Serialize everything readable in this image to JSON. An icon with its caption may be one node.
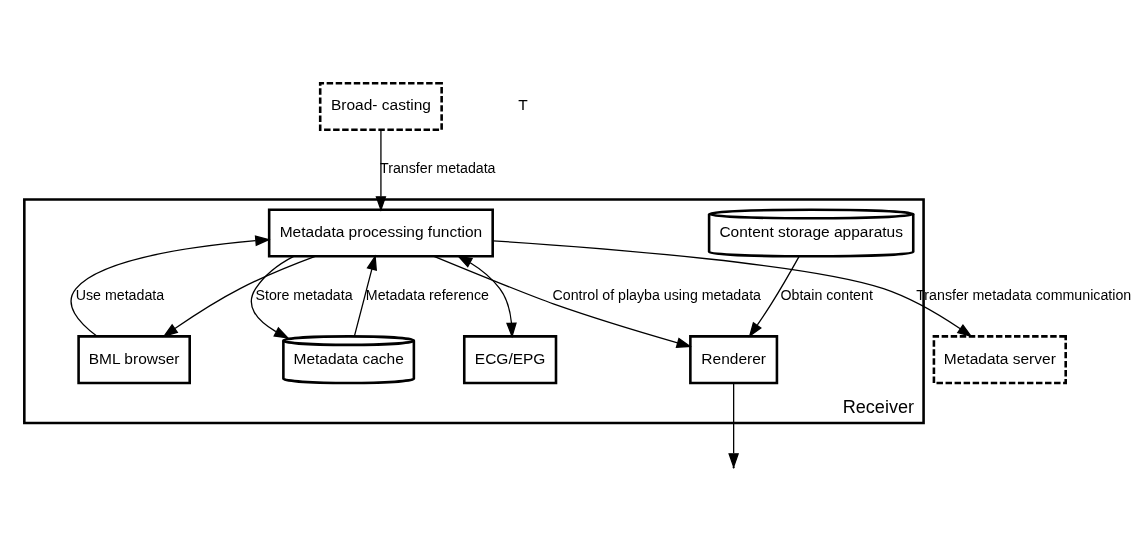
{
  "diagram": {
    "nodes": [
      {
        "text": [
          "Broad- casting"
        ]
      },
      {
        "text": [
          "Metadata server"
        ]
      },
      {
        "text": [
          "Receiver"
        ]
      },
      {
        "text": [
          "Metadata processing function"
        ],
        "in": 2
      },
      {
        "text": [
          "Renderer"
        ],
        "in": 2
      },
      {
        "text": [
          "Metadata cache"
        ],
        "in": 2
      },
      {
        "text": [
          "BML browser"
        ],
        "in": 2
      },
      {
        "text": [
          "ECG/EPG"
        ],
        "in": 2
      },
      {
        "text": [
          "Content storage apparatus"
        ],
        "in": 2
      }
    ],
    "edges": [
      {
        "from": 0,
        "to": 3,
        "arrow": "to",
        "label": "Transfer metadata"
      },
      {
        "from": 3,
        "to": 1,
        "arrow": "to",
        "label": "Transfer metadata communication"
      },
      {
        "from": 5,
        "to": 3,
        "arrow": "to",
        "label": "Metadata reference"
      },
      {
        "from": 3,
        "to": 5,
        "arrow": "to",
        "label": "Store metadata"
      },
      {
        "from": 6,
        "to": 3,
        "arrow": "to",
        "label": "Use metadata"
      },
      {
        "from": 3,
        "to": 6,
        "arrow": "to"
      },
      {
        "from": 3,
        "to": 7,
        "arrow": "both"
      },
      {
        "from": 3,
        "to": 4,
        "arrow": "to",
        "label": "Control of playba using metadata"
      },
      {
        "from": 8,
        "to": 4,
        "arrow": "to",
        "label": "Obtain content"
      },
      {
        "from": 4,
        "to": null,
        "arrow": "to"
      }
    ],
    "labels": [
      "T"
    ]
  }
}
